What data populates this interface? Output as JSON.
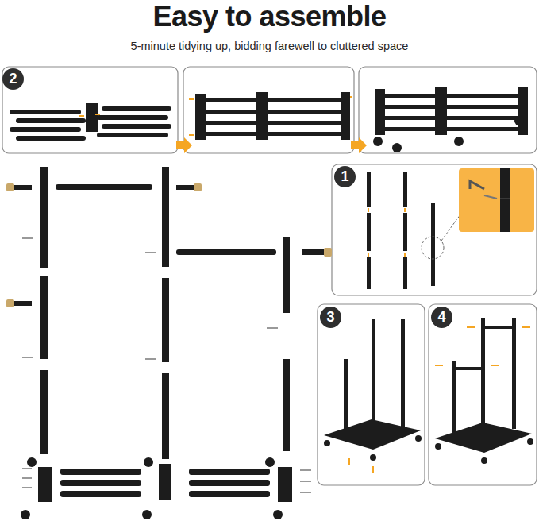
{
  "diagram": {
    "title": "Easy to assemble",
    "labels": [
      "5-minute tidying up, bidding farewell to cluttered space",
      "2",
      "1",
      "3",
      "4"
    ]
  }
}
